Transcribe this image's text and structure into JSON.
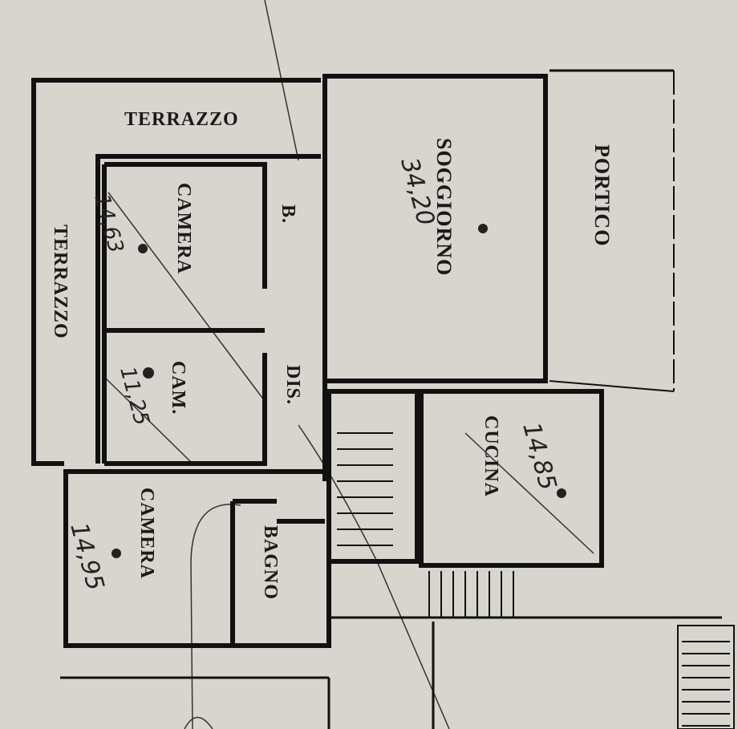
{
  "plan": {
    "rooms": {
      "terrazzo_top": "TERRAZZO",
      "terrazzo_left": "TERRAZZO",
      "camera_1": "CAMERA",
      "bagno_small": "B.",
      "soggiorno": "SOGGIORNO",
      "portico": "PORTICO",
      "cam": "CAM.",
      "dis": "DIS.",
      "cucina": "CUCINA",
      "camera_2": "CAMERA",
      "bagno": "BAGNO"
    },
    "areas": {
      "soggiorno": "34,20",
      "camera_1": "14,63",
      "cam": "11,25",
      "cucina": "14,85",
      "camera_2": "14,95"
    }
  }
}
